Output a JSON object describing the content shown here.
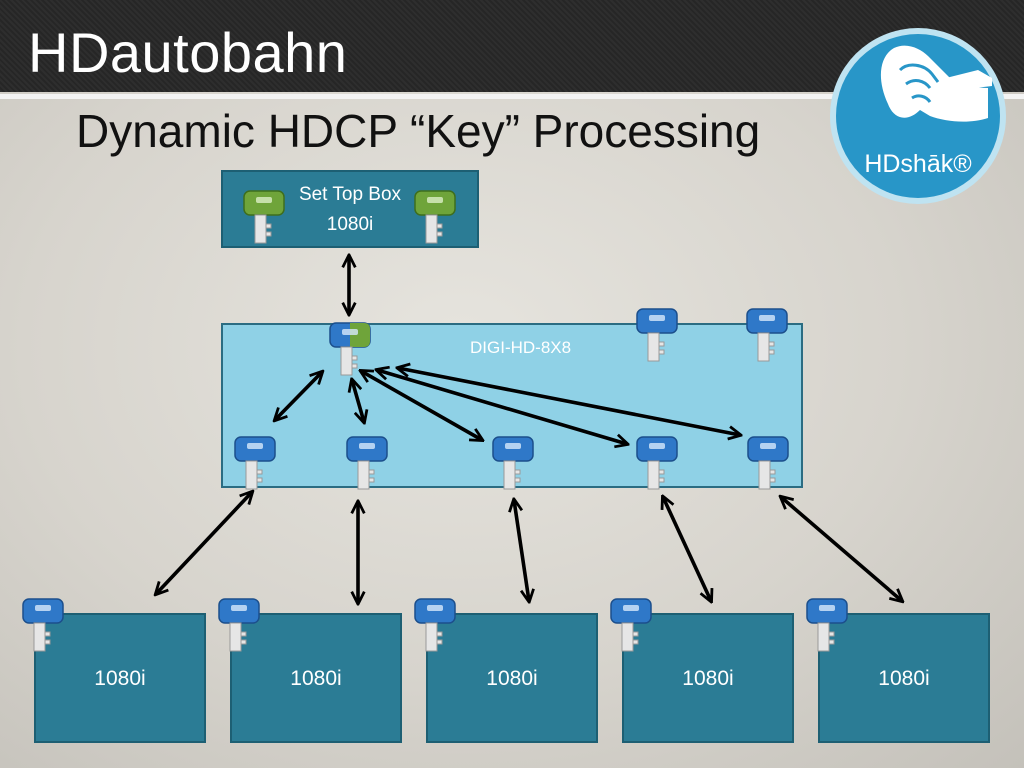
{
  "header": {
    "brand_title": "HDautobahn",
    "page_title": "Dynamic HDCP “Key” Processing",
    "logo_text": "HDshāk®"
  },
  "source": {
    "label_line1": "Set Top Box",
    "label_line2": "1080i",
    "key_icons": [
      "green-key-icon",
      "green-key-icon"
    ]
  },
  "switcher": {
    "label": "DIGI-HD-8X8",
    "input_key_icon": "blue-green-key-icon",
    "key_icons": [
      "blue-key-icon",
      "blue-key-icon",
      "blue-key-icon",
      "blue-key-icon",
      "blue-key-icon",
      "blue-key-icon",
      "blue-key-icon"
    ]
  },
  "displays": [
    {
      "label": "1080i",
      "key_icon": "blue-key-icon"
    },
    {
      "label": "1080i",
      "key_icon": "blue-key-icon"
    },
    {
      "label": "1080i",
      "key_icon": "blue-key-icon"
    },
    {
      "label": "1080i",
      "key_icon": "blue-key-icon"
    },
    {
      "label": "1080i",
      "key_icon": "blue-key-icon"
    }
  ],
  "colors": {
    "box_dark": "#2b7c95",
    "switch_fill": "#8fd1e6",
    "key_blue": "#2f78c8",
    "key_green": "#6fa43a",
    "header_bar": "#2a2a2a",
    "logo_blue": "#2896c8"
  }
}
